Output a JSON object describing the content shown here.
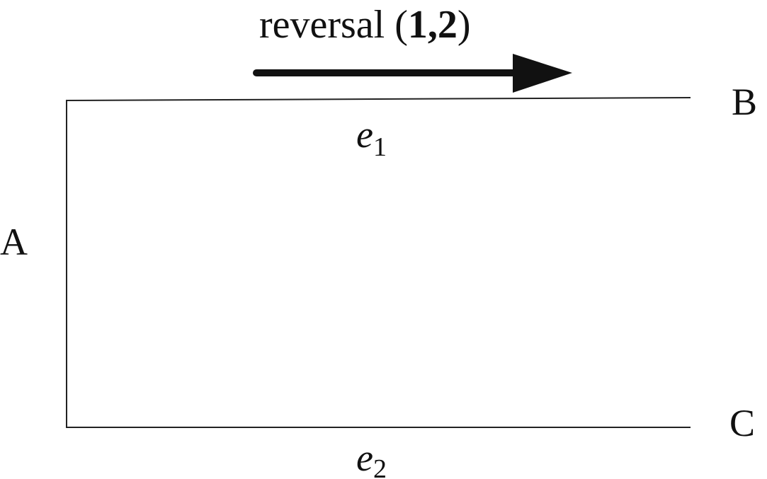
{
  "diagram": {
    "title": {
      "prefix": "reversal (",
      "first": "1",
      "sep": ",",
      "second": "2",
      "suffix": ")"
    },
    "nodes": {
      "a": "A",
      "b": "B",
      "c": "C"
    },
    "edges": {
      "e1": {
        "var": "e",
        "sub": "1"
      },
      "e2": {
        "var": "e",
        "sub": "2"
      }
    },
    "colors": {
      "line": "#222222",
      "arrow": "#111111",
      "text": "#111111"
    }
  }
}
